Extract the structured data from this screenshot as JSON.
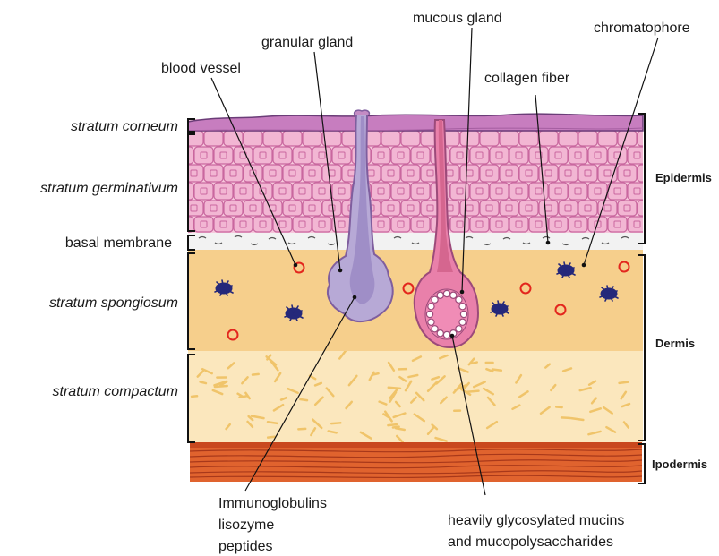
{
  "labels": {
    "granular_gland": "granular gland",
    "mucous_gland": "mucous gland",
    "chromatophore": "chromatophore",
    "blood_vessel": "blood vessel",
    "collagen_fiber": "collagen fiber",
    "immuno_line1": "Immunoglobulins",
    "immuno_line2": "lisozyme",
    "immuno_line3": "peptides",
    "mucin_line1": "heavily glycosylated mucins",
    "mucin_line2": "and mucopolysaccharides"
  },
  "layers": {
    "stratum_corneum": "stratum corneum",
    "stratum_germinativum": "stratum germinativum",
    "basal_membrane": "basal membrane",
    "stratum_spongiosum": "stratum spongiosum",
    "stratum_compactum": "stratum compactum"
  },
  "regions": {
    "epidermis": "Epidermis",
    "dermis": "Dermis",
    "ipodermis": "Ipodermis"
  },
  "colors": {
    "corneum": "#c77dbf",
    "cells": "#f2b6d3",
    "cell_border": "#c9679f",
    "basal": "#f2f2f2",
    "spongiosum": "#f6cf8c",
    "compactum": "#fbe7bd",
    "fiber": "#f0c46a",
    "ipodermis": "#e0632e",
    "granular_gland": "#b7a9d6",
    "mucous_gland": "#e980aa",
    "chromatophore": "#25287a",
    "blood_vessel": "#e3261d"
  }
}
